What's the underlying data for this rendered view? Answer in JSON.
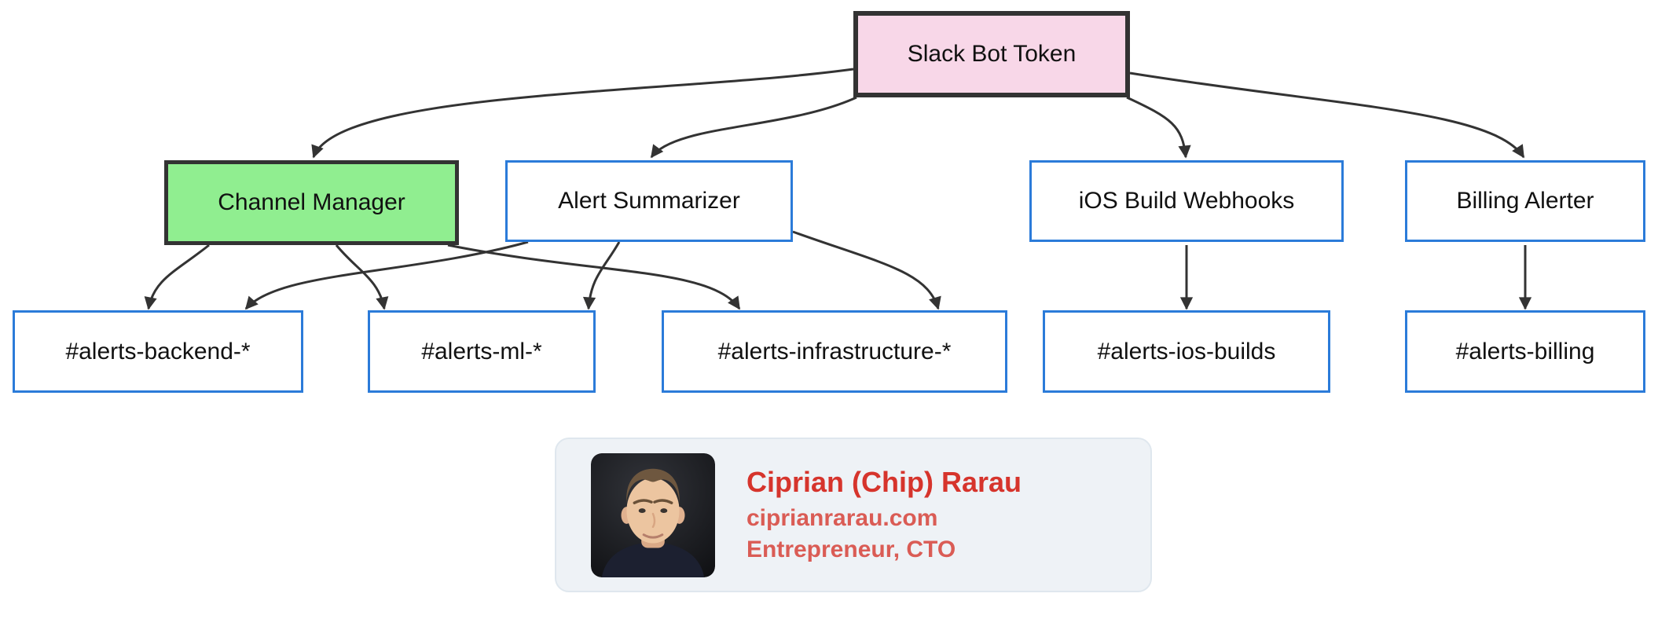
{
  "title": "Slack Bot Token permissions diagram",
  "colors": {
    "edge": "#333333",
    "node_border_dark": "#333333",
    "root_fill": "#f8d7e8",
    "manager_fill": "#90ee90",
    "service_border": "#2b7bd9",
    "node_fill": "#ffffff",
    "card_bg": "#eef2f6",
    "card_border": "#dfe7ee",
    "name_red": "#d6342c",
    "subtext_red": "#da5c55"
  },
  "diagram": {
    "nodes": {
      "root": {
        "label": "Slack Bot Token"
      },
      "channel_manager": {
        "label": "Channel Manager"
      },
      "alert_summarizer": {
        "label": "Alert Summarizer"
      },
      "ios_build_webhooks": {
        "label": "iOS Build Webhooks"
      },
      "billing_alerter": {
        "label": "Billing Alerter"
      },
      "alerts_backend": {
        "label": "#alerts-backend-*"
      },
      "alerts_ml": {
        "label": "#alerts-ml-*"
      },
      "alerts_infrastructure": {
        "label": "#alerts-infrastructure-*"
      },
      "alerts_ios_builds": {
        "label": "#alerts-ios-builds"
      },
      "alerts_billing": {
        "label": "#alerts-billing"
      }
    },
    "edges": [
      {
        "from": "Slack Bot Token",
        "to": "Channel Manager"
      },
      {
        "from": "Slack Bot Token",
        "to": "Alert Summarizer"
      },
      {
        "from": "Slack Bot Token",
        "to": "iOS Build Webhooks"
      },
      {
        "from": "Slack Bot Token",
        "to": "Billing Alerter"
      },
      {
        "from": "Channel Manager",
        "to": "#alerts-backend-*"
      },
      {
        "from": "Channel Manager",
        "to": "#alerts-ml-*"
      },
      {
        "from": "Channel Manager",
        "to": "#alerts-infrastructure-*"
      },
      {
        "from": "Alert Summarizer",
        "to": "#alerts-backend-*"
      },
      {
        "from": "Alert Summarizer",
        "to": "#alerts-ml-*"
      },
      {
        "from": "Alert Summarizer",
        "to": "#alerts-infrastructure-*"
      },
      {
        "from": "iOS Build Webhooks",
        "to": "#alerts-ios-builds"
      },
      {
        "from": "Billing Alerter",
        "to": "#alerts-billing"
      }
    ]
  },
  "profile_card": {
    "name": "Ciprian (Chip) Rarau",
    "website": "ciprianrarau.com",
    "role": "Entrepreneur, CTO",
    "avatar": "ciprian-rarau-headshot"
  }
}
